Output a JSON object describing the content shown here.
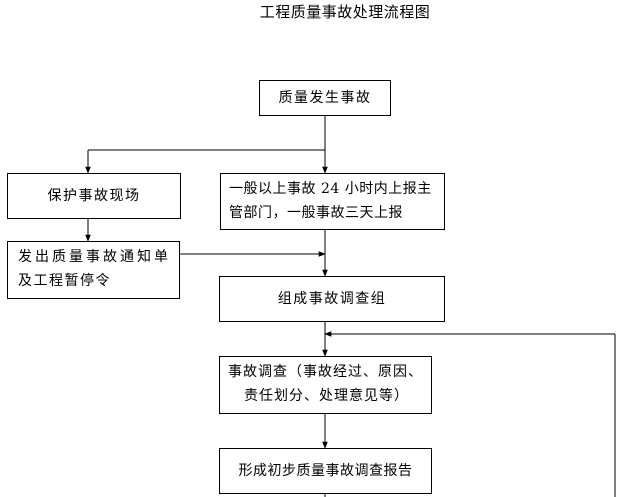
{
  "title": "工程质量事故处理流程图",
  "nodes": {
    "accident": "质量发生事故",
    "protect": "保护事故现场",
    "report_line1": "一般以上事故 24 小时内上报主",
    "report_line2": "管部门，一般事故三天上报",
    "notice_line1": "发出质量事故通知单",
    "notice_line2": "及工程暂停令",
    "team": "组成事故调查组",
    "investigate_line1": "事故调查（事故经过、原因、",
    "investigate_line2": "责任划分、处理意见等）",
    "preliminary": "形成初步质量事故调查报告"
  }
}
